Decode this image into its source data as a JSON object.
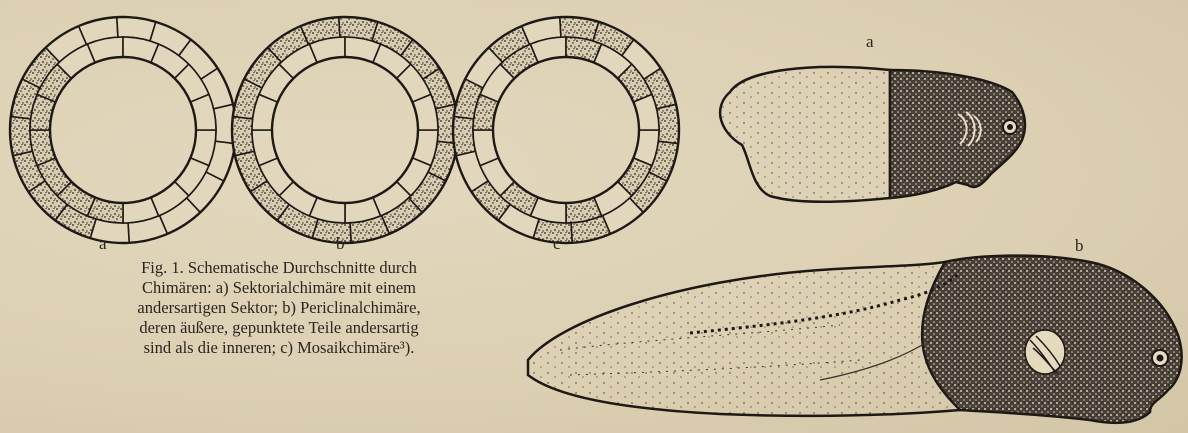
{
  "figure1": {
    "labels": [
      "a",
      "b",
      "c"
    ],
    "caption_lines": [
      "Fig. 1.   Schematische Durchschnitte durch",
      "Chimären:  a) Sektorialchimäre mit einem",
      "andersartigen Sektor; b) Periclinalchimäre,",
      "deren äußere, gepunktete Teile andersartig",
      "sind als die inneren;  c) Mosaikchimäre³)."
    ]
  },
  "figure2": {
    "labels": [
      "a",
      "b"
    ]
  },
  "colors": {
    "paper": "#ddd0b4",
    "ink": "#2a2520"
  }
}
